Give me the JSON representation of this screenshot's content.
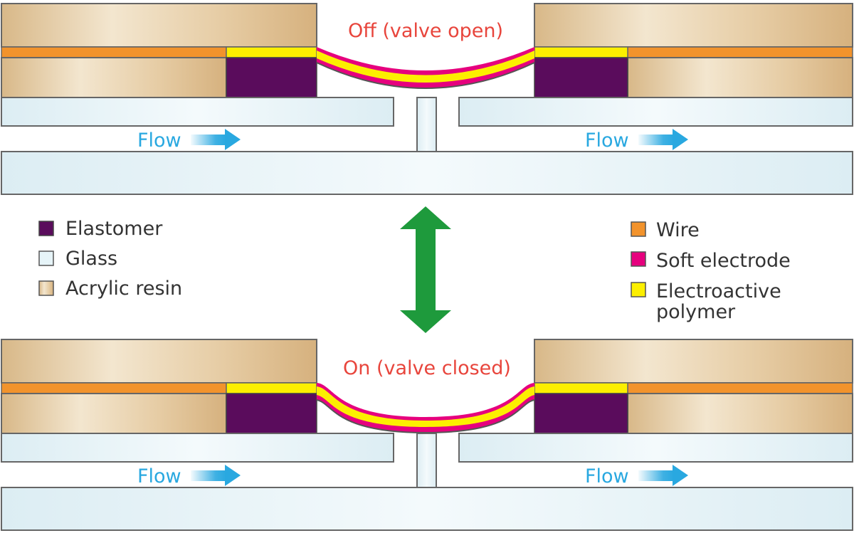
{
  "top_state": {
    "label": "Off (valve open)"
  },
  "bottom_state": {
    "label": "On (valve closed)"
  },
  "flow": {
    "label": "Flow"
  },
  "legend_left": [
    {
      "label": "Elastomer",
      "color": "#5a0c5c"
    },
    {
      "label": "Glass",
      "color": "#e6f4f8"
    },
    {
      "label": "Acrylic resin",
      "color": "#e3c79b"
    }
  ],
  "legend_right": [
    {
      "label": "Wire",
      "color": "#f2932c"
    },
    {
      "label": "Soft electrode",
      "color": "#e6007e"
    },
    {
      "label": "Electroactive",
      "label2": "polymer",
      "color": "#fcef00"
    }
  ],
  "colors": {
    "acrylic": "#e3c79b",
    "glass": "#e6f4f8",
    "elastomer": "#5a0c5c",
    "wire": "#f2932c",
    "polymer": "#fcef00",
    "electrode": "#e6007e",
    "outline": "#666666",
    "state_text": "#e8453c",
    "flow_text": "#29a8e0",
    "arrow_green": "#1e9a3c"
  }
}
